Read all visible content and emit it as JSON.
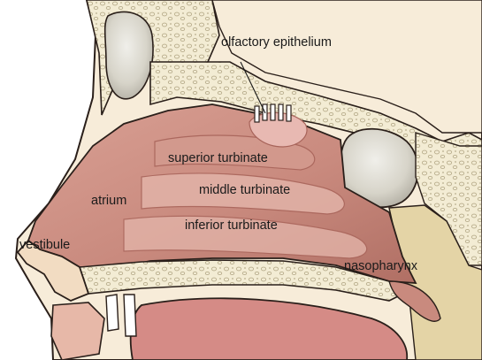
{
  "labels": {
    "olfactory_epithelium": "olfactory epithelium",
    "superior_turbinate": "superior turbinate",
    "middle_turbinate": "middle turbinate",
    "inferior_turbinate": "inferior turbinate",
    "atrium": "atrium",
    "vestibule": "vestibule",
    "nasopharynx": "nasopharynx"
  },
  "colors": {
    "skin_outline": "#2a1f1a",
    "nasal_mucosa": "#c98a7e",
    "mucosa_shadow": "#a8645a",
    "turbinate_highlight": "#e2b3a8",
    "bone": "#f3ecd4",
    "bone_texture": "#b8ad8c",
    "sinus_cavity": "#d7d4c9",
    "tongue": "#d58b86",
    "pharynx_wall": "#e4d4a6"
  }
}
